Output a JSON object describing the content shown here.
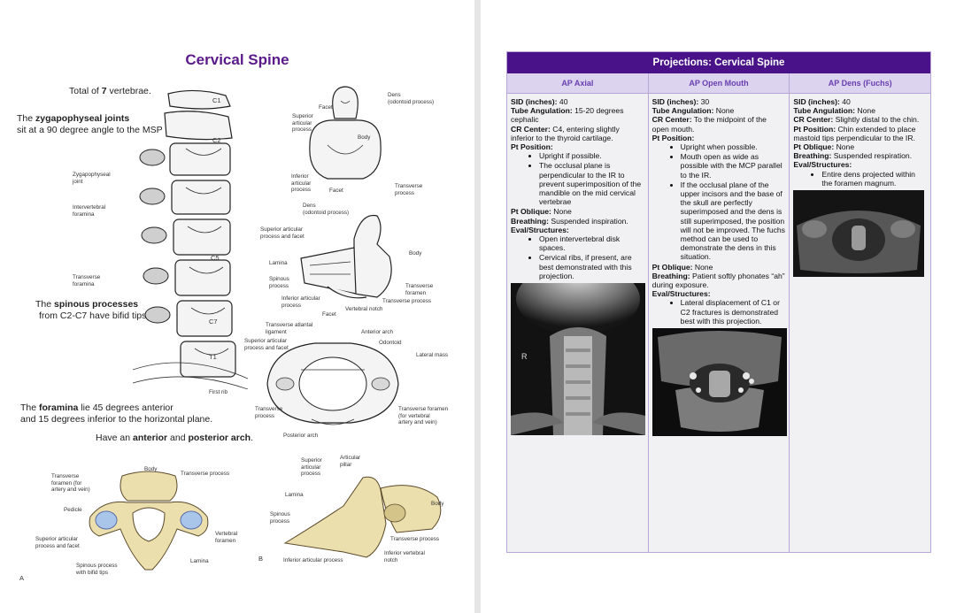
{
  "left": {
    "title": "Cervical Spine",
    "total_pre": "Total of ",
    "total_num": "7",
    "total_post": " vertebrae.",
    "zyg_pre": "The ",
    "zyg_bold": "zygapophyseal joints",
    "zyg_post": "sit at a 90 degree angle to the MSP",
    "spin_pre": "The ",
    "spin_bold": "spinous processes",
    "spin_post": "from C2-C7 have bifid tips.",
    "for_pre": "The ",
    "for_bold": "foramina",
    "for_post1": " lie 45 degrees anterior",
    "for_post2": "and 15 degrees inferior to the horizontal plane.",
    "arch_pre": "Have an ",
    "arch_b1": "anterior",
    "arch_mid": " and ",
    "arch_b2": "posterior arch",
    "arch_post": ".",
    "labels": {
      "c1": "C1",
      "c2": "C2",
      "c5": "C5",
      "c7": "C7",
      "t1": "T1",
      "zygo_joint": "Zygapophyseal\njoint",
      "interv_foramina": "Intervertebral\nforamina",
      "transverse_foramina": "Transverse\nforamina",
      "first_rib": "First rib",
      "facet": "Facet",
      "dens_top": "Dens\n(odontoid process)",
      "sup_art": "Superior\narticular\nprocess",
      "body": "Body",
      "inf_art": "Inferior\narticular\nprocess",
      "facet2": "Facet",
      "trans_proc": "Transverse\nprocess",
      "dens_mid": "Dens\n(odontoid process)",
      "sup_art_facet": "Superior articular\nprocess and facet",
      "body2": "Body",
      "lamina": "Lamina",
      "spinous": "Spinous\nprocess",
      "trans_foramen": "Transverse\nforamen",
      "inf_art2": "Inferior articular\nprocess",
      "trans_proc2": "Transverse process",
      "facet3": "Facet",
      "vert_notch": "Vertebral notch",
      "trans_atl_lig": "Transverse atlantal\nligament",
      "ant_arch": "Anterior arch",
      "sup_art_facet2": "Superior articular\nprocess and facet",
      "odontoid": "Odontoid",
      "lateral_mass": "Lateral mass",
      "trans_proc3": "Transverse\nprocess",
      "trans_foramen2": "Transverse foramen\n(for vertebral\nartery and vein)",
      "post_arch": "Posterior arch",
      "b_body": "Body",
      "b_trans_proc": "Transverse process",
      "b_trans_foramen": "Transverse\nforamen (for\nartery and vein)",
      "b_pedicle": "Pedicle",
      "b_sup_art": "Superior articular\nprocess and facet",
      "b_vert_foramen": "Vertebral\nforamen",
      "b_lamina": "Lamina",
      "b_spinous": "Spinous process\nwith bifid tips",
      "letter_a": "A",
      "letter_b": "B",
      "c_sup_art": "Superior\narticular\nprocess",
      "c_art_pillar": "Articular\npillar",
      "c_lamina": "Lamina",
      "c_body": "Body",
      "c_spinous": "Spinous\nprocess",
      "c_trans_proc": "Transverse process",
      "c_inf_art": "Inferior articular process",
      "c_inf_vert_notch": "Inferior vertebral\nnotch"
    }
  },
  "table": {
    "title": "Projections: Cervical Spine",
    "columns": [
      "AP Axial",
      "AP Open Mouth",
      "AP Dens (Fuchs)"
    ],
    "ap_axial": {
      "sid_l": "SID (inches):",
      "sid_v": " 40",
      "tube_l": "Tube Angulation:",
      "tube_v": " 15-20 degrees cephalic",
      "cr_l": "CR Center:",
      "cr_v": " C4, entering slightly inferior to the thyroid cartilage.",
      "pos_l": "Pt Position:",
      "pos_items": [
        "Upright if possible.",
        "The occlusal plane is perpendicular to the IR to prevent superimposition of the mandible on the mid cervical vertebrae"
      ],
      "obl_l": "Pt Oblique:",
      "obl_v": " None",
      "br_l": "Breathing:",
      "br_v": " Suspended inspiration.",
      "ev_l": "Eval/Structures:",
      "ev_items": [
        "Open intervertebral disk spaces.",
        "Cervical ribs, if present, are best demonstrated with this projection."
      ],
      "xray_marker": "R"
    },
    "ap_open_mouth": {
      "sid_l": "SID (inches):",
      "sid_v": " 30",
      "tube_l": "Tube Angulation:",
      "tube_v": " None",
      "cr_l": "CR Center:",
      "cr_v": " To the midpoint of the open mouth.",
      "pos_l": "Pt Position:",
      "pos_items": [
        "Upright when possible.",
        "Mouth open as wide as possible with the MCP parallel to the IR.",
        "If the occlusal plane of the upper incisors and the base of the skull are perfectly superimposed and the dens is still superimposed, the position will not be improved.  The fuchs method can be used to demonstrate the dens in this situation."
      ],
      "obl_l": "Pt Oblique:",
      "obl_v": " None",
      "br_l": "Breathing:",
      "br_v": " Patient softly phonates “ah” during exposure.",
      "ev_l": "Eval/Structures:",
      "ev_items": [
        "Lateral displacement of C1 or C2 fractures is demonstrated best with this projection."
      ]
    },
    "ap_dens": {
      "sid_l": "SID (inches):",
      "sid_v": " 40",
      "tube_l": "Tube Angulation:",
      "tube_v": " None",
      "cr_l": "CR Center:",
      "cr_v": " Slightly distal to the chin.",
      "pos_l": "Pt Position:",
      "pos_v": " Chin extended to place mastoid tips perpendicular to the IR.",
      "obl_l": "Pt Oblique:",
      "obl_v": " None",
      "br_l": "Breathing:",
      "br_v": " Suspended respiration.",
      "ev_l": "Eval/Structures:",
      "ev_items": [
        "Entire dens projected within the foramen magnum."
      ]
    }
  }
}
